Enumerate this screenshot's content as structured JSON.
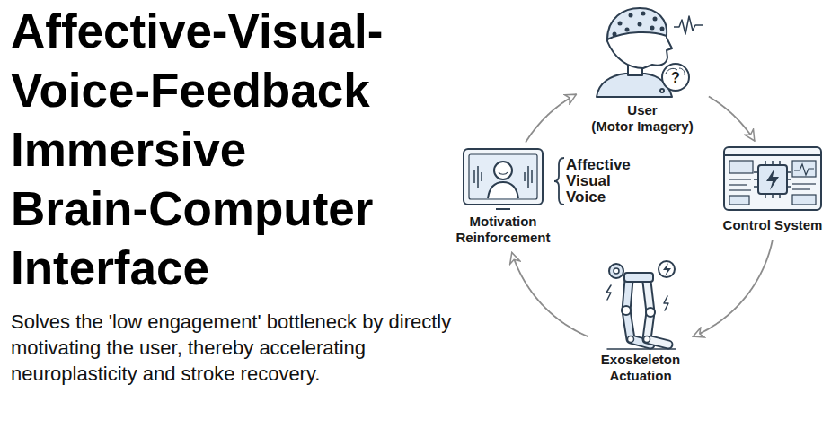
{
  "diagram": {
    "title": "Affective-Visual-Voice-Feedback Immersive Brain-Computer Interface",
    "caption": "Solves the 'low engagement' bottleneck by directly motivating the user, thereby accelerating neuroplasticity and stroke recovery.",
    "nodes": [
      {
        "text": [
          "User",
          "(Motor Imagery)"
        ]
      },
      {
        "text": [
          "Control System"
        ]
      },
      {
        "text": [
          "Exoskeleton Actuation"
        ]
      },
      {
        "text": [
          "Motivation Reinforcement"
        ]
      }
    ],
    "edges": [
      {
        "from": 0,
        "to": 1,
        "arrow": "to"
      },
      {
        "from": 1,
        "to": 2,
        "arrow": "to"
      },
      {
        "from": 2,
        "to": 3,
        "arrow": "to"
      },
      {
        "from": 3,
        "to": 0,
        "arrow": "to"
      }
    ],
    "labels": [
      "?",
      "Affective Visual Voice"
    ]
  }
}
